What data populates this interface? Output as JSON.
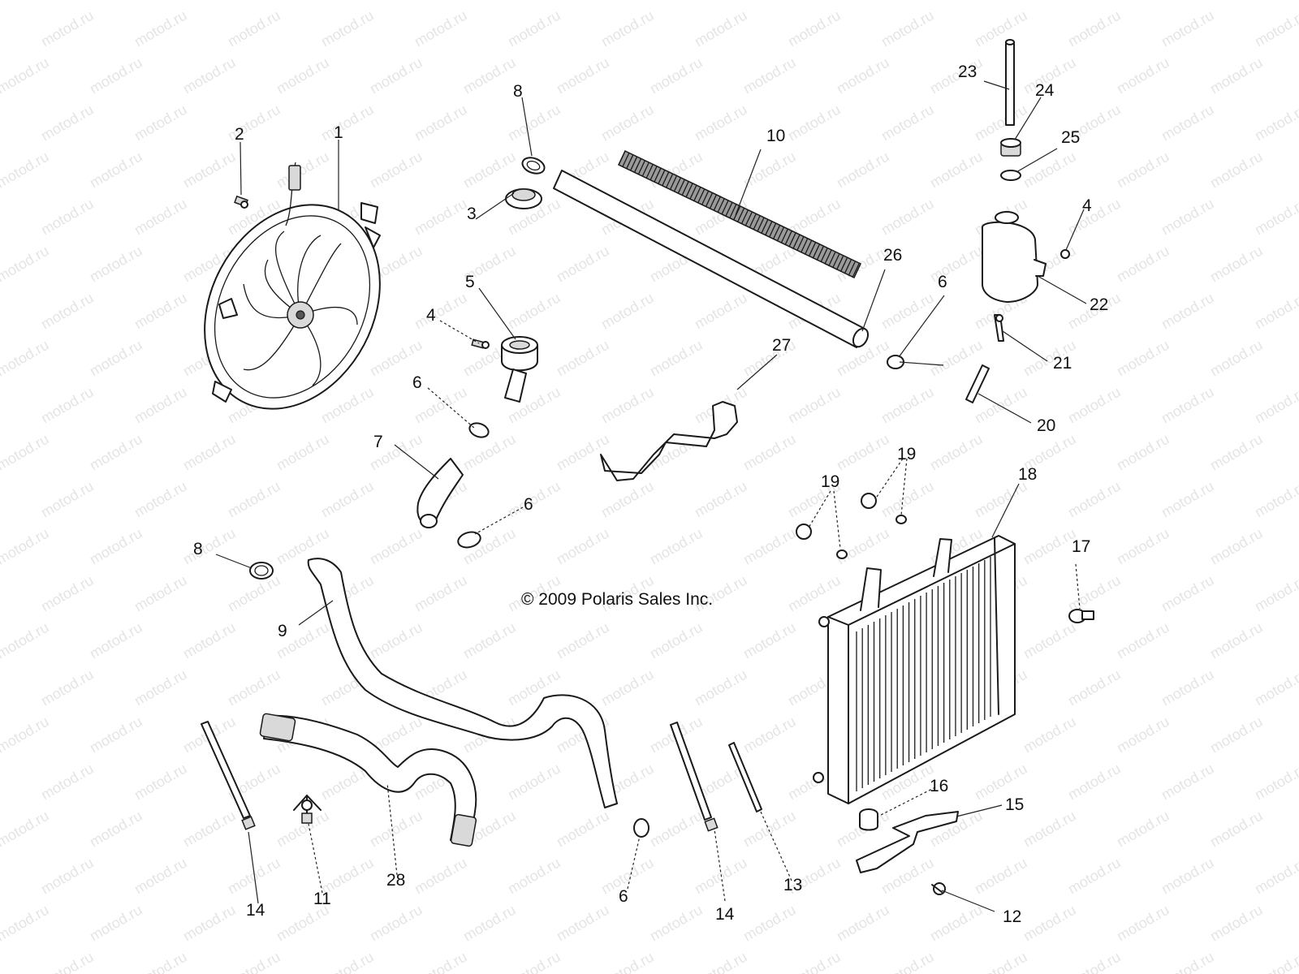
{
  "copyright": "© 2009 Polaris Sales Inc.",
  "watermark": "motod.ru",
  "callouts": [
    {
      "id": "c1",
      "text": "1"
    },
    {
      "id": "c2",
      "text": "2"
    },
    {
      "id": "c3",
      "text": "3"
    },
    {
      "id": "c4a",
      "text": "4"
    },
    {
      "id": "c4b",
      "text": "4"
    },
    {
      "id": "c5",
      "text": "5"
    },
    {
      "id": "c6a",
      "text": "6"
    },
    {
      "id": "c6b",
      "text": "6"
    },
    {
      "id": "c6c",
      "text": "6"
    },
    {
      "id": "c6d",
      "text": "6"
    },
    {
      "id": "c7",
      "text": "7"
    },
    {
      "id": "c8a",
      "text": "8"
    },
    {
      "id": "c8b",
      "text": "8"
    },
    {
      "id": "c9",
      "text": "9"
    },
    {
      "id": "c10",
      "text": "10"
    },
    {
      "id": "c11",
      "text": "11"
    },
    {
      "id": "c12",
      "text": "12"
    },
    {
      "id": "c13",
      "text": "13"
    },
    {
      "id": "c14a",
      "text": "14"
    },
    {
      "id": "c14b",
      "text": "14"
    },
    {
      "id": "c15",
      "text": "15"
    },
    {
      "id": "c16",
      "text": "16"
    },
    {
      "id": "c17",
      "text": "17"
    },
    {
      "id": "c18",
      "text": "18"
    },
    {
      "id": "c19a",
      "text": "19"
    },
    {
      "id": "c19b",
      "text": "19"
    },
    {
      "id": "c20",
      "text": "20"
    },
    {
      "id": "c21",
      "text": "21"
    },
    {
      "id": "c22",
      "text": "22"
    },
    {
      "id": "c23",
      "text": "23"
    },
    {
      "id": "c24",
      "text": "24"
    },
    {
      "id": "c25",
      "text": "25"
    },
    {
      "id": "c26",
      "text": "26"
    },
    {
      "id": "c27",
      "text": "27"
    },
    {
      "id": "c28",
      "text": "28"
    }
  ]
}
